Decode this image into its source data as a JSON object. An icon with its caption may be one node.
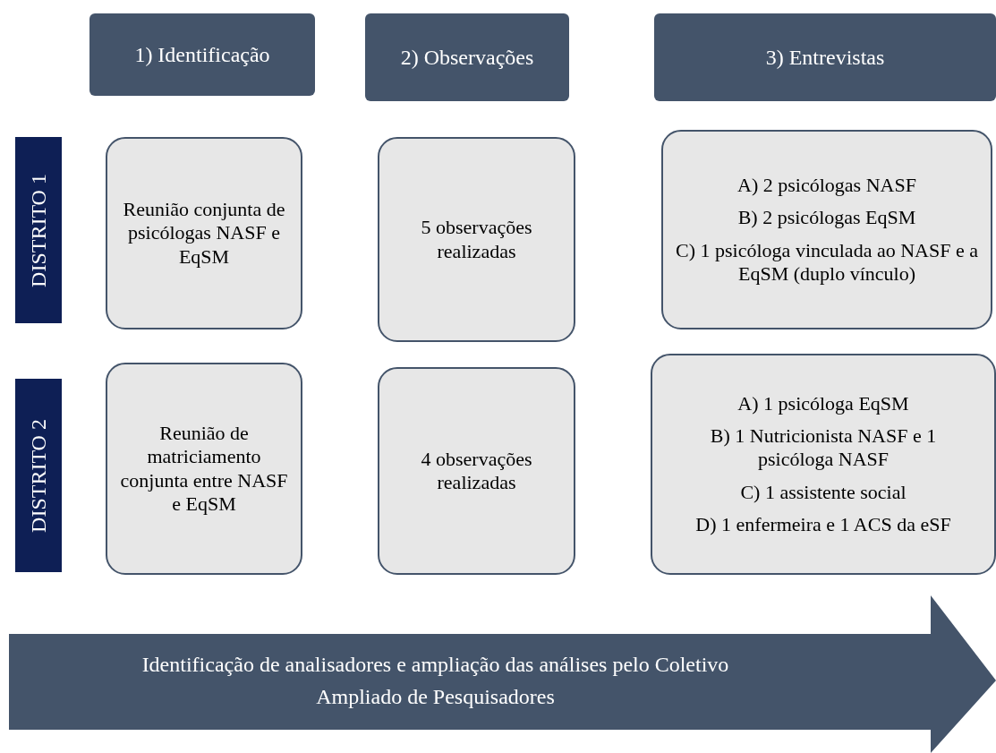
{
  "diagram": {
    "nodes": [
      {
        "text": [
          "1) Identificação"
        ]
      },
      {
        "text": [
          "2) Observações"
        ]
      },
      {
        "text": [
          "3) Entrevistas"
        ]
      },
      {
        "text": [
          "DISTRITO 1"
        ]
      },
      {
        "text": [
          "Reunião conjunta de psicólogas NASF e EqSM"
        ]
      },
      {
        "text": [
          "5 observações realizadas"
        ]
      },
      {
        "text": [
          "A) 2 psicólogas NASF",
          "B) 2 psicólogas EqSM",
          "C) 1 psicóloga vinculada ao NASF e a EqSM (duplo vínculo)"
        ]
      },
      {
        "text": [
          "DISTRITO 2"
        ]
      },
      {
        "text": [
          "Reunião de matriciamento conjunta entre NASF e EqSM"
        ]
      },
      {
        "text": [
          "4 observações realizadas"
        ]
      },
      {
        "text": [
          "A) 1 psicóloga EqSM",
          "B) 1 Nutricionista NASF e 1 psicóloga NASF",
          "C) 1 assistente social",
          "D) 1 enfermeira e 1 ACS da eSF"
        ]
      },
      {
        "text": [
          "Identificação de analisadores e ampliação das análises pelo Coletivo Ampliado de Pesquisadores"
        ]
      }
    ],
    "edges": []
  }
}
